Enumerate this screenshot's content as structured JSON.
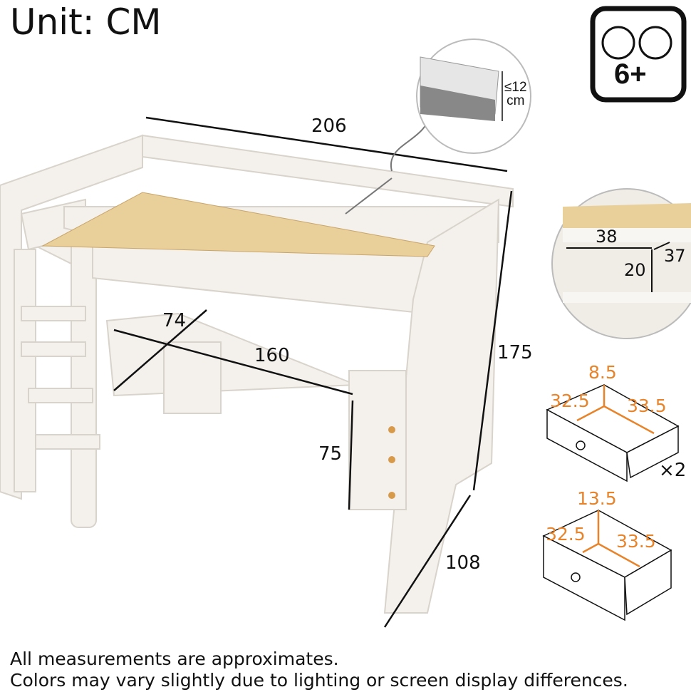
{
  "unit_label": "Unit: CM",
  "age_badge": {
    "label": "6+",
    "icon": "children-faces-icon"
  },
  "mattress": {
    "max_thickness": "≤12",
    "unit": "cm"
  },
  "bed_dimensions": {
    "length": "206",
    "height": "175",
    "width": "108",
    "desk_length": "160",
    "desk_depth": "74",
    "desk_height": "75"
  },
  "shelf_dimensions": {
    "width": "38",
    "depth": "37",
    "height": "20"
  },
  "drawer_small": {
    "height": "8.5",
    "width": "32.5",
    "depth": "33.5",
    "quantity": "×2"
  },
  "drawer_large": {
    "height": "13.5",
    "width": "32.5",
    "depth": "33.5"
  },
  "notes": [
    "All measurements are approximates.",
    "Colors may vary slightly due to lighting or screen display differences."
  ],
  "colors": {
    "accent": "#e8832a",
    "bed": "#f4f1ec",
    "slats": "#e9cf9a"
  }
}
